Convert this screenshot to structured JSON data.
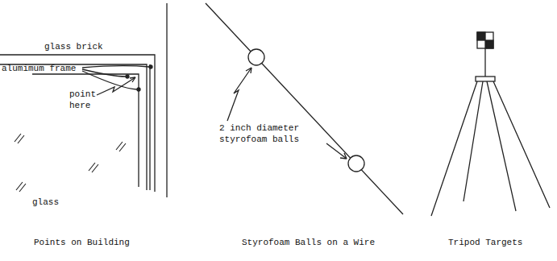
{
  "diagram": {
    "labels": [
      "glass brick",
      "alumimum frame",
      "point here",
      "glass",
      "2 inch diameter styrofoam balls",
      "Points on Building",
      "Styrofoam Balls on a Wire",
      "Tripod Targets"
    ]
  }
}
